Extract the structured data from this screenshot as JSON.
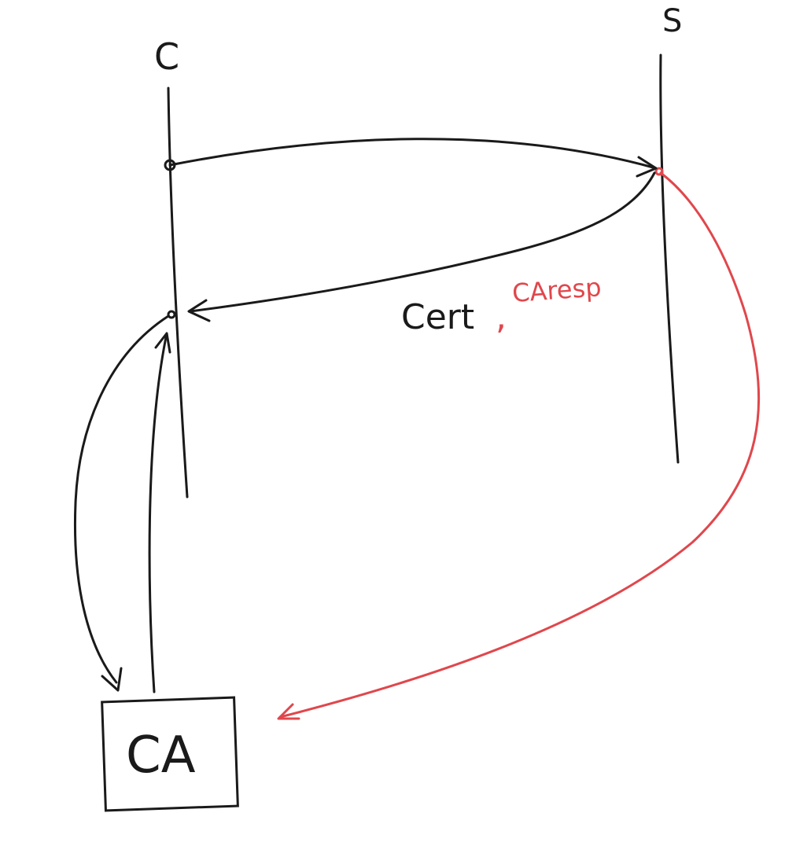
{
  "colors": {
    "ink": "#1a1a1a",
    "accent": "#e0474c",
    "background": "#ffffff"
  },
  "labels": {
    "client": "C",
    "server": "S",
    "ca": "CA",
    "message_cert": "Cert",
    "message_separator": ",",
    "message_caresp": "CAresp"
  }
}
